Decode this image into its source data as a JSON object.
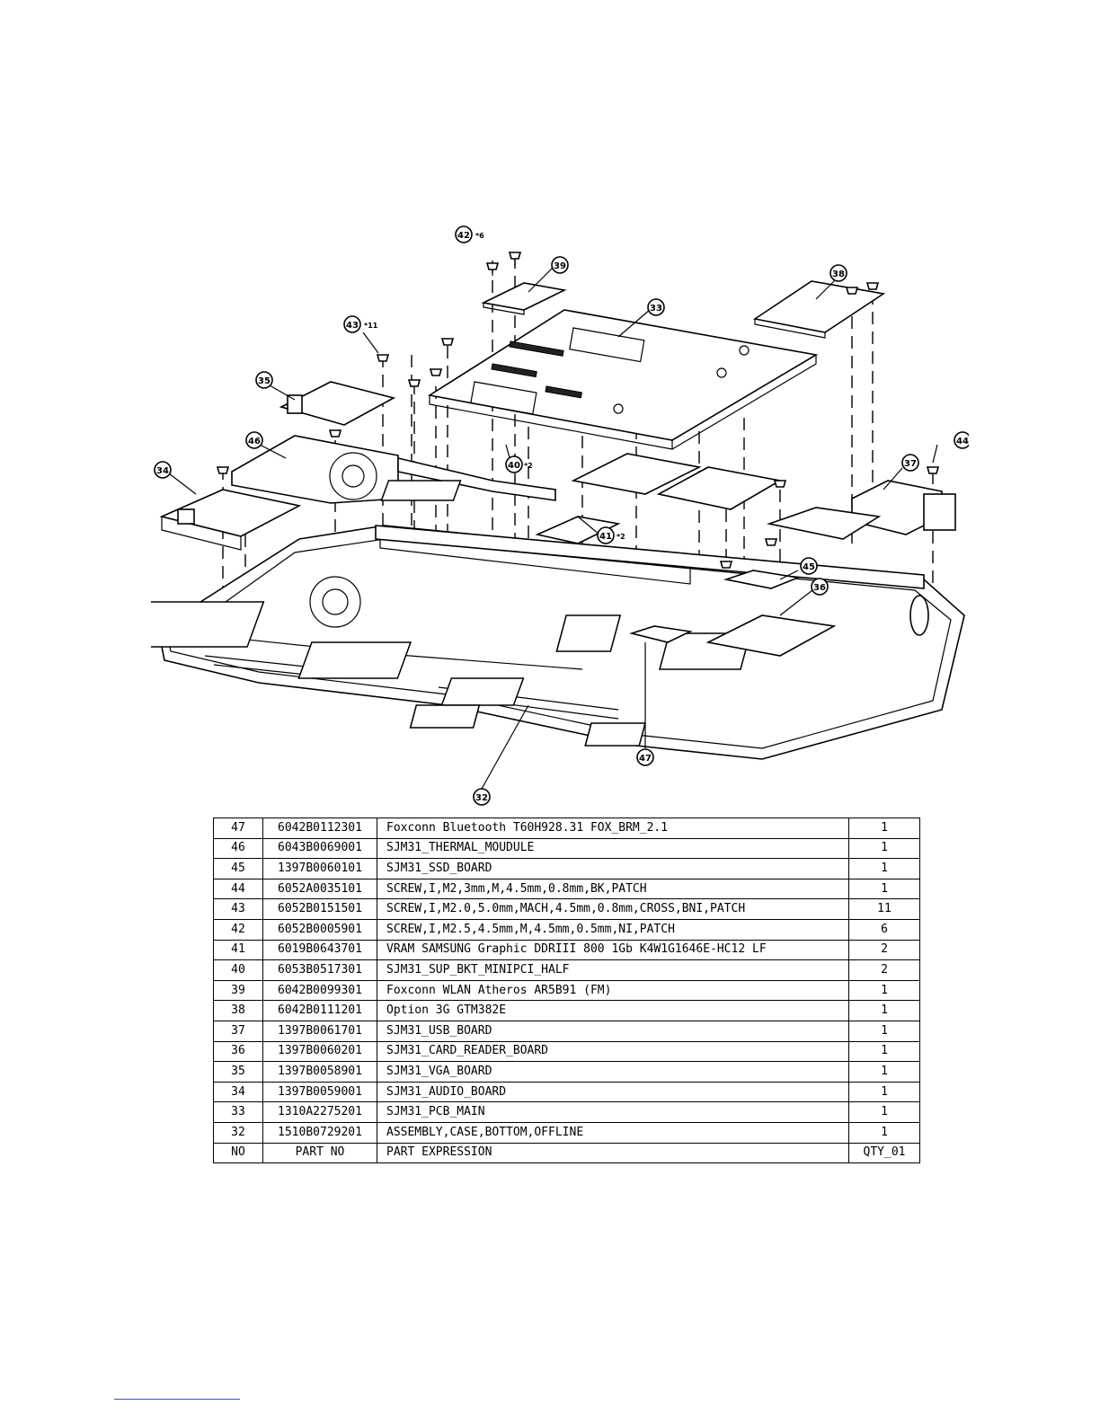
{
  "callouts": [
    {
      "no": "42",
      "qty": "*6"
    },
    {
      "no": "39",
      "qty": ""
    },
    {
      "no": "33",
      "qty": ""
    },
    {
      "no": "38",
      "qty": ""
    },
    {
      "no": "43",
      "qty": "*11"
    },
    {
      "no": "35",
      "qty": ""
    },
    {
      "no": "46",
      "qty": ""
    },
    {
      "no": "40",
      "qty": "*2"
    },
    {
      "no": "34",
      "qty": ""
    },
    {
      "no": "44",
      "qty": ""
    },
    {
      "no": "37",
      "qty": ""
    },
    {
      "no": "41",
      "qty": "*2"
    },
    {
      "no": "45",
      "qty": ""
    },
    {
      "no": "36",
      "qty": ""
    },
    {
      "no": "47",
      "qty": ""
    },
    {
      "no": "32",
      "qty": ""
    }
  ],
  "bom": {
    "rows": [
      {
        "no": "47",
        "part_no": "6042B0112301",
        "expression": "Foxconn Bluetooth T60H928.31 FOX_BRM_2.1",
        "qty": "1"
      },
      {
        "no": "46",
        "part_no": "6043B0069001",
        "expression": "SJM31_THERMAL_MOUDULE",
        "qty": "1"
      },
      {
        "no": "45",
        "part_no": "1397B0060101",
        "expression": "SJM31_SSD_BOARD",
        "qty": "1"
      },
      {
        "no": "44",
        "part_no": "6052A0035101",
        "expression": "SCREW,I,M2,3mm,M,4.5mm,0.8mm,BK,PATCH",
        "qty": "1"
      },
      {
        "no": "43",
        "part_no": "6052B0151501",
        "expression": "SCREW,I,M2.0,5.0mm,MACH,4.5mm,0.8mm,CROSS,BNI,PATCH",
        "qty": "11"
      },
      {
        "no": "42",
        "part_no": "6052B0005901",
        "expression": "SCREW,I,M2.5,4.5mm,M,4.5mm,0.5mm,NI,PATCH",
        "qty": "6"
      },
      {
        "no": "41",
        "part_no": "6019B0643701",
        "expression": "VRAM SAMSUNG Graphic DDRIII 800 1Gb K4W1G1646E-HC12 LF",
        "qty": "2"
      },
      {
        "no": "40",
        "part_no": "6053B0517301",
        "expression": "SJM31_SUP_BKT_MINIPCI_HALF",
        "qty": "2"
      },
      {
        "no": "39",
        "part_no": "6042B0099301",
        "expression": "Foxconn WLAN Atheros AR5B91 (FM)",
        "qty": "1"
      },
      {
        "no": "38",
        "part_no": "6042B0111201",
        "expression": "Option 3G GTM382E",
        "qty": "1"
      },
      {
        "no": "37",
        "part_no": "1397B0061701",
        "expression": "SJM31_USB_BOARD",
        "qty": "1"
      },
      {
        "no": "36",
        "part_no": "1397B0060201",
        "expression": "SJM31_CARD_READER_BOARD",
        "qty": "1"
      },
      {
        "no": "35",
        "part_no": "1397B0058901",
        "expression": "SJM31_VGA_BOARD",
        "qty": "1"
      },
      {
        "no": "34",
        "part_no": "1397B0059001",
        "expression": "SJM31_AUDIO_BOARD",
        "qty": "1"
      },
      {
        "no": "33",
        "part_no": "1310A2275201",
        "expression": "SJM31_PCB_MAIN",
        "qty": "1"
      },
      {
        "no": "32",
        "part_no": "1510B0729201",
        "expression": "ASSEMBLY,CASE,BOTTOM,OFFLINE",
        "qty": "1"
      }
    ],
    "header": {
      "no": "NO",
      "part_no": "PART NO",
      "expression": "PART EXPRESSION",
      "qty": "QTY_01"
    }
  }
}
